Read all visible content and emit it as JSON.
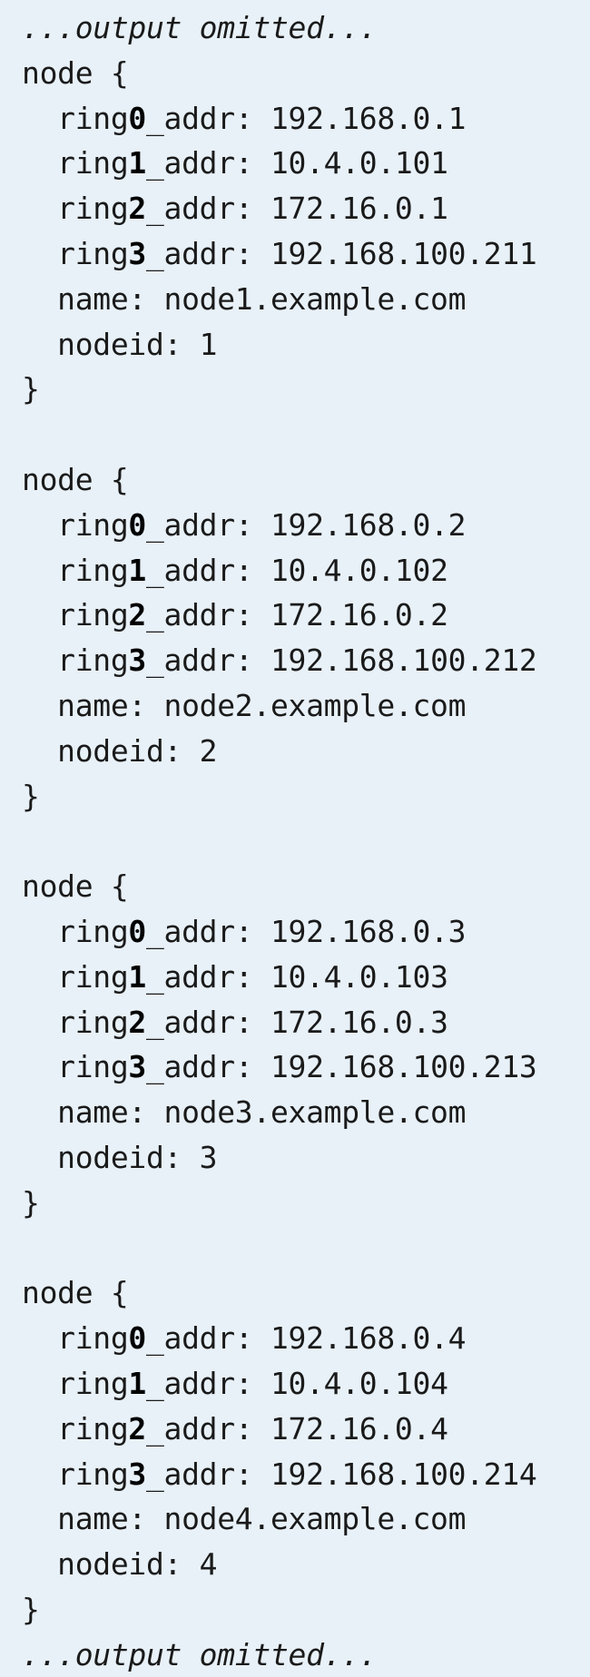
{
  "page": {
    "background_color": "#e8f1f8",
    "text_color": "#1a1a1a"
  },
  "terminal_output": {
    "description": "corosync configuration nodelist excerpt",
    "lines": [
      {
        "name": "output-omitted-marker",
        "segments": [
          {
            "text": "...output omitted...",
            "style": "italic"
          }
        ]
      },
      {
        "name": "code-line-node-open",
        "segments": [
          {
            "text": "node {"
          }
        ]
      },
      {
        "name": "code-line-ring-addr",
        "segments": [
          {
            "text": "  ring"
          },
          {
            "text": "0",
            "style": "bold"
          },
          {
            "text": "_addr: 192.168.0.1"
          }
        ]
      },
      {
        "name": "code-line-ring-addr",
        "segments": [
          {
            "text": "  ring"
          },
          {
            "text": "1",
            "style": "bold"
          },
          {
            "text": "_addr: 10.4.0.101"
          }
        ]
      },
      {
        "name": "code-line-ring-addr",
        "segments": [
          {
            "text": "  ring"
          },
          {
            "text": "2",
            "style": "bold"
          },
          {
            "text": "_addr: 172.16.0.1"
          }
        ]
      },
      {
        "name": "code-line-ring-addr",
        "segments": [
          {
            "text": "  ring"
          },
          {
            "text": "3",
            "style": "bold"
          },
          {
            "text": "_addr: 192.168.100.211"
          }
        ]
      },
      {
        "name": "code-line-name",
        "segments": [
          {
            "text": "  name: node1.example.com"
          }
        ]
      },
      {
        "name": "code-line-nodeid",
        "segments": [
          {
            "text": "  nodeid: 1"
          }
        ]
      },
      {
        "name": "code-line-node-close",
        "segments": [
          {
            "text": "}"
          }
        ]
      },
      {
        "name": "blank-line",
        "segments": []
      },
      {
        "name": "code-line-node-open",
        "segments": [
          {
            "text": "node {"
          }
        ]
      },
      {
        "name": "code-line-ring-addr",
        "segments": [
          {
            "text": "  ring"
          },
          {
            "text": "0",
            "style": "bold"
          },
          {
            "text": "_addr: 192.168.0.2"
          }
        ]
      },
      {
        "name": "code-line-ring-addr",
        "segments": [
          {
            "text": "  ring"
          },
          {
            "text": "1",
            "style": "bold"
          },
          {
            "text": "_addr: 10.4.0.102"
          }
        ]
      },
      {
        "name": "code-line-ring-addr",
        "segments": [
          {
            "text": "  ring"
          },
          {
            "text": "2",
            "style": "bold"
          },
          {
            "text": "_addr: 172.16.0.2"
          }
        ]
      },
      {
        "name": "code-line-ring-addr",
        "segments": [
          {
            "text": "  ring"
          },
          {
            "text": "3",
            "style": "bold"
          },
          {
            "text": "_addr: 192.168.100.212"
          }
        ]
      },
      {
        "name": "code-line-name",
        "segments": [
          {
            "text": "  name: node2.example.com"
          }
        ]
      },
      {
        "name": "code-line-nodeid",
        "segments": [
          {
            "text": "  nodeid: 2"
          }
        ]
      },
      {
        "name": "code-line-node-close",
        "segments": [
          {
            "text": "}"
          }
        ]
      },
      {
        "name": "blank-line",
        "segments": []
      },
      {
        "name": "code-line-node-open",
        "segments": [
          {
            "text": "node {"
          }
        ]
      },
      {
        "name": "code-line-ring-addr",
        "segments": [
          {
            "text": "  ring"
          },
          {
            "text": "0",
            "style": "bold"
          },
          {
            "text": "_addr: 192.168.0.3"
          }
        ]
      },
      {
        "name": "code-line-ring-addr",
        "segments": [
          {
            "text": "  ring"
          },
          {
            "text": "1",
            "style": "bold"
          },
          {
            "text": "_addr: 10.4.0.103"
          }
        ]
      },
      {
        "name": "code-line-ring-addr",
        "segments": [
          {
            "text": "  ring"
          },
          {
            "text": "2",
            "style": "bold"
          },
          {
            "text": "_addr: 172.16.0.3"
          }
        ]
      },
      {
        "name": "code-line-ring-addr",
        "segments": [
          {
            "text": "  ring"
          },
          {
            "text": "3",
            "style": "bold"
          },
          {
            "text": "_addr: 192.168.100.213"
          }
        ]
      },
      {
        "name": "code-line-name",
        "segments": [
          {
            "text": "  name: node3.example.com"
          }
        ]
      },
      {
        "name": "code-line-nodeid",
        "segments": [
          {
            "text": "  nodeid: 3"
          }
        ]
      },
      {
        "name": "code-line-node-close",
        "segments": [
          {
            "text": "}"
          }
        ]
      },
      {
        "name": "blank-line",
        "segments": []
      },
      {
        "name": "code-line-node-open",
        "segments": [
          {
            "text": "node {"
          }
        ]
      },
      {
        "name": "code-line-ring-addr",
        "segments": [
          {
            "text": "  ring"
          },
          {
            "text": "0",
            "style": "bold"
          },
          {
            "text": "_addr: 192.168.0.4"
          }
        ]
      },
      {
        "name": "code-line-ring-addr",
        "segments": [
          {
            "text": "  ring"
          },
          {
            "text": "1",
            "style": "bold"
          },
          {
            "text": "_addr: 10.4.0.104"
          }
        ]
      },
      {
        "name": "code-line-ring-addr",
        "segments": [
          {
            "text": "  ring"
          },
          {
            "text": "2",
            "style": "bold"
          },
          {
            "text": "_addr: 172.16.0.4"
          }
        ]
      },
      {
        "name": "code-line-ring-addr",
        "segments": [
          {
            "text": "  ring"
          },
          {
            "text": "3",
            "style": "bold"
          },
          {
            "text": "_addr: 192.168.100.214"
          }
        ]
      },
      {
        "name": "code-line-name",
        "segments": [
          {
            "text": "  name: node4.example.com"
          }
        ]
      },
      {
        "name": "code-line-nodeid",
        "segments": [
          {
            "text": "  nodeid: 4"
          }
        ]
      },
      {
        "name": "code-line-node-close",
        "segments": [
          {
            "text": "}"
          }
        ]
      },
      {
        "name": "output-omitted-marker",
        "segments": [
          {
            "text": "...output omitted...",
            "style": "italic"
          }
        ]
      }
    ]
  }
}
